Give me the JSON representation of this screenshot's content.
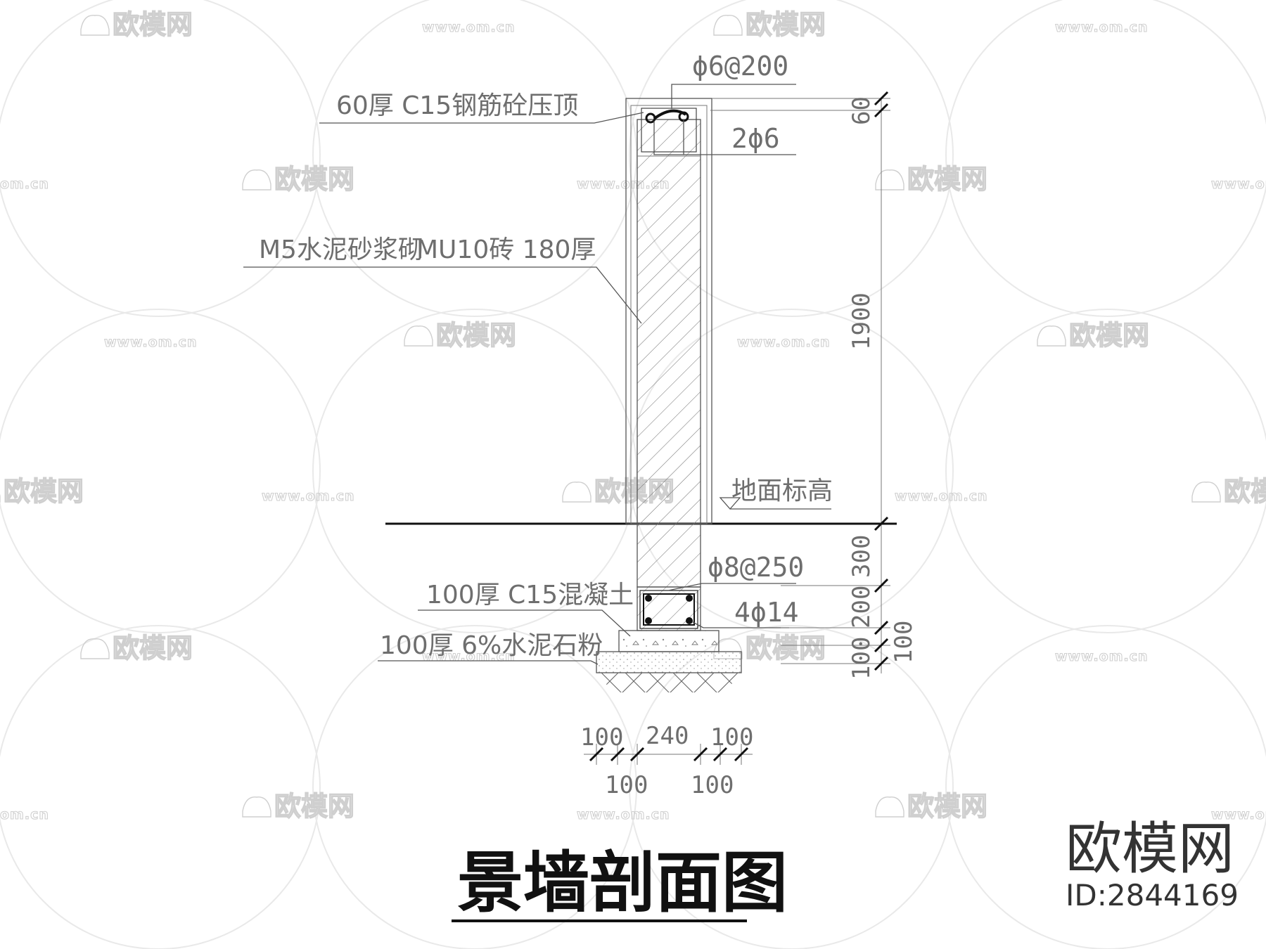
{
  "watermark": {
    "logo_text": "欧模网",
    "url_text": "www.om.cn",
    "url_partial": "om.cn"
  },
  "annotations": {
    "coping_rebar_stirrup": "ϕ6@200",
    "coping_label": "60厚 C15钢筋砼压顶",
    "coping_rebar_main": "2ϕ6",
    "wall_mortar": "M5水泥砂浆砌",
    "wall_brick": "MU10砖 180厚",
    "ground_level": "地面标高",
    "footing_stirrup": "ϕ8@250",
    "footing_concrete": "100厚 C15混凝土",
    "footing_main_rebar": "4ϕ14",
    "base_layer": "100厚 6%水泥石粉"
  },
  "dimensions": {
    "vertical": {
      "coping": "60",
      "wall": "1900",
      "below_ground": "300",
      "footing": "200",
      "concrete_pad": "100",
      "base": "100",
      "combined": "100"
    },
    "horizontal": {
      "top_left": "100",
      "top_middle": "240",
      "top_right": "100",
      "bottom_left": "100",
      "bottom_right": "100"
    }
  },
  "title": "景墙剖面图",
  "brand": {
    "name": "欧模网",
    "id": "ID:2844169"
  },
  "colors": {
    "ink": "#111111",
    "annotation": "#6e6e6e",
    "watermark": "#cfcfcf"
  }
}
